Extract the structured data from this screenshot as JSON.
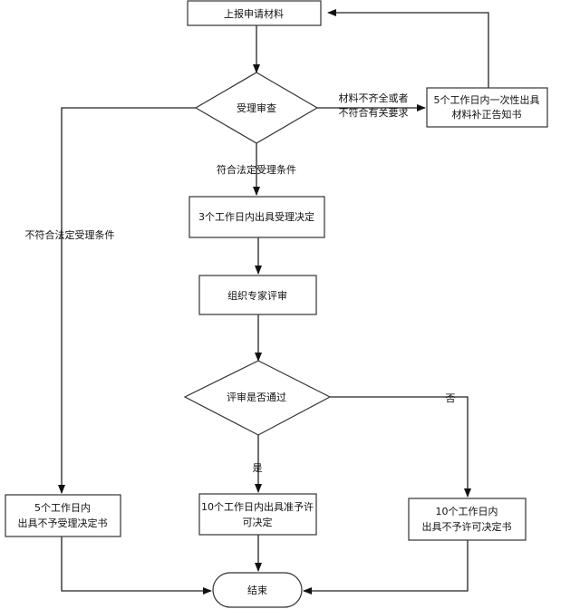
{
  "nodes": {
    "submit": "上报申请材料",
    "review": "受理审查",
    "supplement_line1": "5个工作日内一次性出具",
    "supplement_line2": "材料补正告知书",
    "accept_decision": "3个工作日内出具受理决定",
    "expert_review": "组织专家评审",
    "pass_check": "评审是否通过",
    "not_accept_line1": "5个工作日内",
    "not_accept_line2": "出具不予受理决定书",
    "approve_line1": "10个工作日内出具准予许",
    "approve_line2": "可决定",
    "deny_line1": "10个工作日内",
    "deny_line2": "出具不予许可决定书",
    "end": "结束"
  },
  "edges": {
    "incomplete_line1": "材料不齐全或者",
    "incomplete_line2": "不符合有关要求",
    "meets_conditions": "符合法定受理条件",
    "not_meet_conditions": "不符合法定受理条件",
    "yes": "是",
    "no": "否"
  }
}
